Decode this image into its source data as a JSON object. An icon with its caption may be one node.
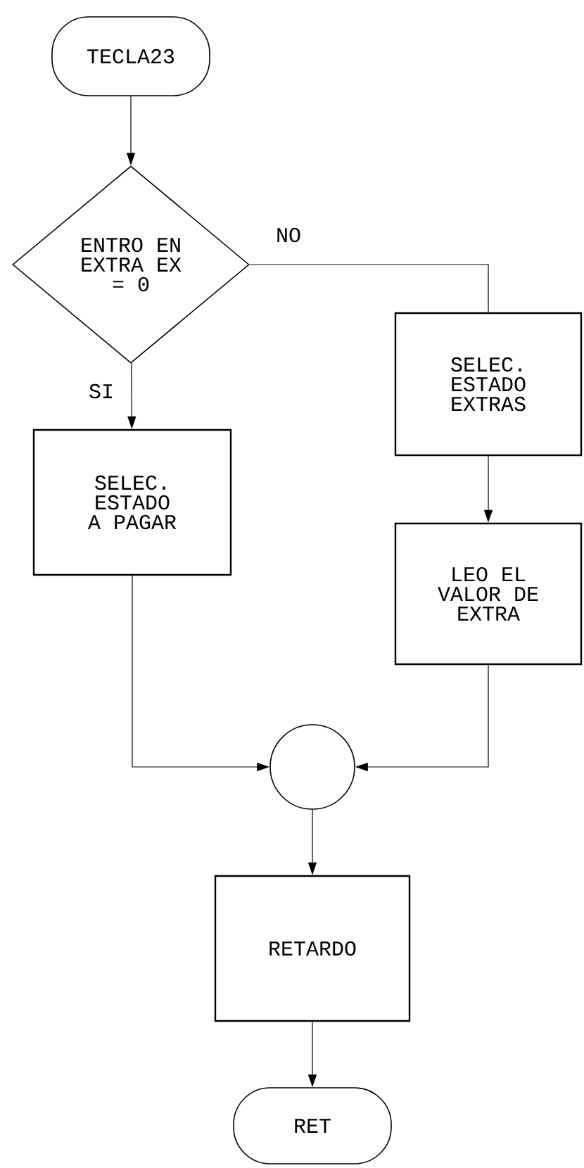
{
  "diagram": {
    "nodes": [
      {
        "text": [
          "TECLA23"
        ]
      },
      {
        "text": [
          "ENTRO EN EXTRA EX = 0"
        ]
      },
      {
        "text": [
          "SELEC. ESTADO A PAGAR"
        ]
      },
      {
        "text": [
          "SELEC. ESTADO EXTRAS"
        ]
      },
      {
        "text": [
          "LEO EL VALOR DE EXTRA"
        ]
      },
      {
        "text": [],
        "shape": "circle"
      },
      {
        "text": [
          "RETARDO"
        ]
      },
      {
        "text": [
          "RET"
        ]
      }
    ],
    "edges": [
      {
        "from": 0,
        "to": 1,
        "arrow": "to"
      },
      {
        "from": 1,
        "to": 2,
        "arrow": "to",
        "label": "SI"
      },
      {
        "from": 1,
        "to": 3,
        "arrow": "none",
        "label": "NO"
      },
      {
        "from": 2,
        "to": 5,
        "arrow": "to"
      },
      {
        "from": 3,
        "to": 4,
        "arrow": "to"
      },
      {
        "from": 4,
        "to": 5,
        "arrow": "to"
      },
      {
        "from": 5,
        "to": 6,
        "arrow": "to"
      },
      {
        "from": 6,
        "to": 7,
        "arrow": "to"
      }
    ]
  }
}
